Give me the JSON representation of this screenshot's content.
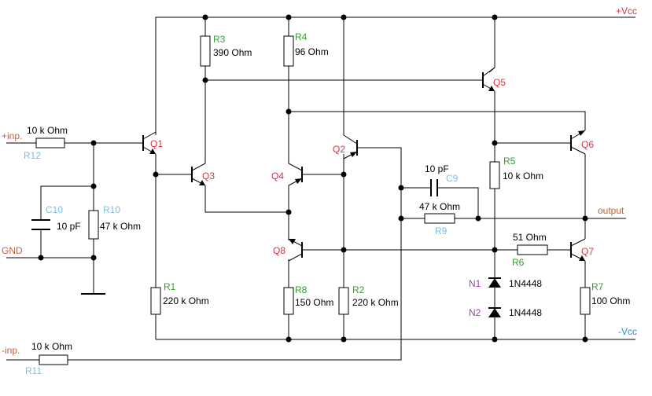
{
  "colors": {
    "transistor_label": "#e03040",
    "resistor_label": "#30a030",
    "aux_label": "#7fbfdf",
    "diode_label": "#a040b0",
    "terminal_label": "#c8603c",
    "vcc_pos": "#e03040",
    "vcc_neg": "#2090d0",
    "wire": "#000000"
  },
  "terminals": {
    "vcc_pos": "+Vcc",
    "vcc_neg": "-Vcc",
    "inp_pos": "+inp.",
    "inp_neg": "-inp.",
    "gnd": "GND",
    "output": "output"
  },
  "transistors": {
    "q1": "Q1",
    "q2": "Q2",
    "q3": "Q3",
    "q4": "Q4",
    "q5": "Q5",
    "q6": "Q6",
    "q7": "Q7",
    "q8": "Q8"
  },
  "resistors": {
    "r1": {
      "name": "R1",
      "value": "220 k Ohm"
    },
    "r2": {
      "name": "R2",
      "value": "220 k Ohm"
    },
    "r3": {
      "name": "R3",
      "value": "390  Ohm"
    },
    "r4": {
      "name": "R4",
      "value": "96  Ohm"
    },
    "r5": {
      "name": "R5",
      "value": "10 k Ohm"
    },
    "r6": {
      "name": "R6",
      "value": "51  Ohm"
    },
    "r7": {
      "name": "R7",
      "value": "100  Ohm"
    },
    "r8": {
      "name": "R8",
      "value": "150  Ohm"
    },
    "r9": {
      "name": "R9",
      "value": "47 k Ohm"
    },
    "r10": {
      "name": "R10",
      "value": "47 k Ohm"
    },
    "r11": {
      "name": "R11",
      "value": "10 k Ohm"
    },
    "r12": {
      "name": "R12",
      "value": "10 k Ohm"
    }
  },
  "capacitors": {
    "c9": {
      "name": "C9",
      "value": "10 pF"
    },
    "c10": {
      "name": "C10",
      "value": "10 pF"
    }
  },
  "diodes": {
    "n1": {
      "name": "N1",
      "value": "1N4448"
    },
    "n2": {
      "name": "N2",
      "value": "1N4448"
    }
  }
}
